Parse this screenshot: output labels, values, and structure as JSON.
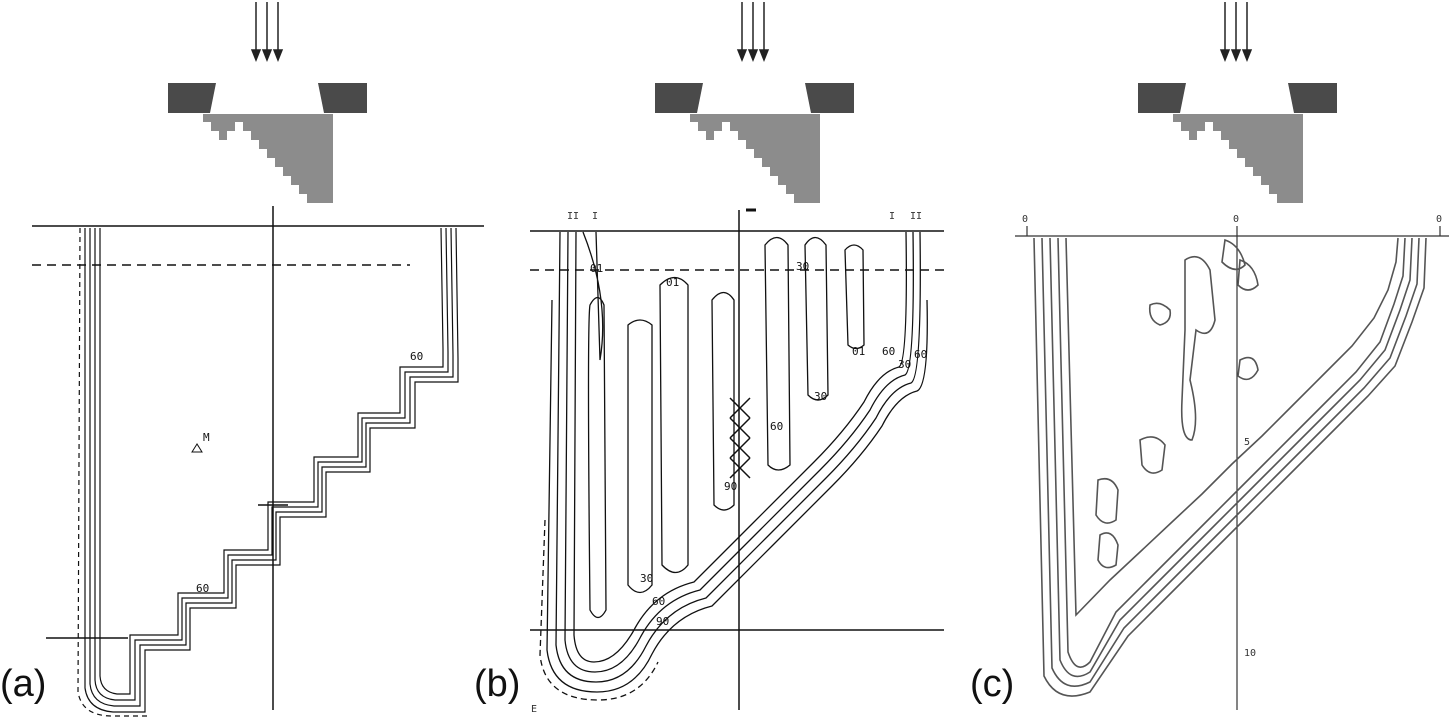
{
  "figure": {
    "panels": [
      {
        "id": "a",
        "label": "(a)",
        "marker_label": "M",
        "contour_labels": [
          "60",
          "60"
        ]
      },
      {
        "id": "b",
        "label": "(b)",
        "top_marks": [
          "II",
          "I",
          "I",
          "II"
        ],
        "corner_mark": "E",
        "contour_labels": [
          "01",
          "30",
          "60",
          "90",
          "60",
          "30",
          "01",
          "60",
          "30",
          "60",
          "90",
          "01",
          "30"
        ]
      },
      {
        "id": "c",
        "label": "(c)",
        "axis_ticks": [
          "0",
          "0",
          "0"
        ],
        "axis_side_labels": [
          "5",
          "10"
        ]
      }
    ],
    "colors": {
      "collimator": "#4a4a4a",
      "phantom_wedge": "#8c8c8c",
      "contour_line": "#111111",
      "contour_line_c": "#555555"
    },
    "icons": [
      "beam-arrows-icon",
      "collimator-jaw-icon",
      "step-wedge-phantom-icon"
    ]
  }
}
